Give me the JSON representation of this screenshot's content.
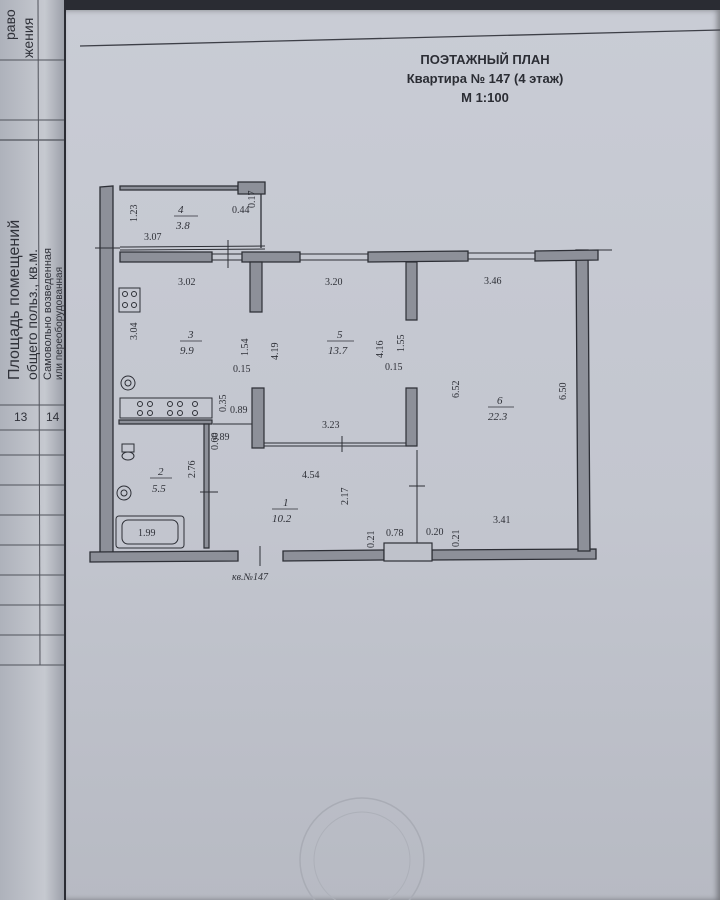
{
  "header": {
    "title": "ПОЭТАЖНЫЙ ПЛАН",
    "apartment": "Квартира № 147 (4 этаж)",
    "scale": "М 1:100"
  },
  "left_page": {
    "top_text_1": "раво",
    "top_text_2": "жения",
    "col_heading_1": "Площадь помещений",
    "col_heading_2": "общего польз., кв.м.",
    "col_heading_3": "Самовольно возведенная",
    "col_heading_4": "или переоборудованная",
    "col_num_1": "13",
    "col_num_2": "14"
  },
  "rooms": {
    "r1": {
      "number": "1",
      "area": "10.2"
    },
    "r2": {
      "number": "2",
      "area": "5.5"
    },
    "r3": {
      "number": "3",
      "area": "9.9"
    },
    "r4": {
      "number": "4",
      "area": "3.8"
    },
    "r5": {
      "number": "5",
      "area": "13.7"
    },
    "r6": {
      "number": "6",
      "area": "22.3"
    }
  },
  "dimensions": {
    "d_1_23": "1.23",
    "d_3_07": "3.07",
    "d_0_17": "0.17",
    "d_0_44": "0.44",
    "d_3_02": "3.02",
    "d_3_20": "3.20",
    "d_3_46": "3.46",
    "d_3_04": "3.04",
    "d_1_54": "1.54",
    "d_4_19": "4.19",
    "d_4_16": "4.16",
    "d_1_55": "1.55",
    "d_0_15a": "0.15",
    "d_0_15b": "0.15",
    "d_6_52": "6.52",
    "d_6_50": "6.50",
    "d_0_35": "0.35",
    "d_0_89a": "0.89",
    "d_0_60": "0.60",
    "d_0_89b": "0.89",
    "d_3_23": "3.23",
    "d_2_76": "2.76",
    "d_4_54": "4.54",
    "d_2_17": "2.17",
    "d_0_21a": "0.21",
    "d_0_78": "0.78",
    "d_0_20": "0.20",
    "d_0_21b": "0.21",
    "d_3_41": "3.41",
    "d_1_99": "1.99"
  },
  "entrance_label": "кв.№147"
}
